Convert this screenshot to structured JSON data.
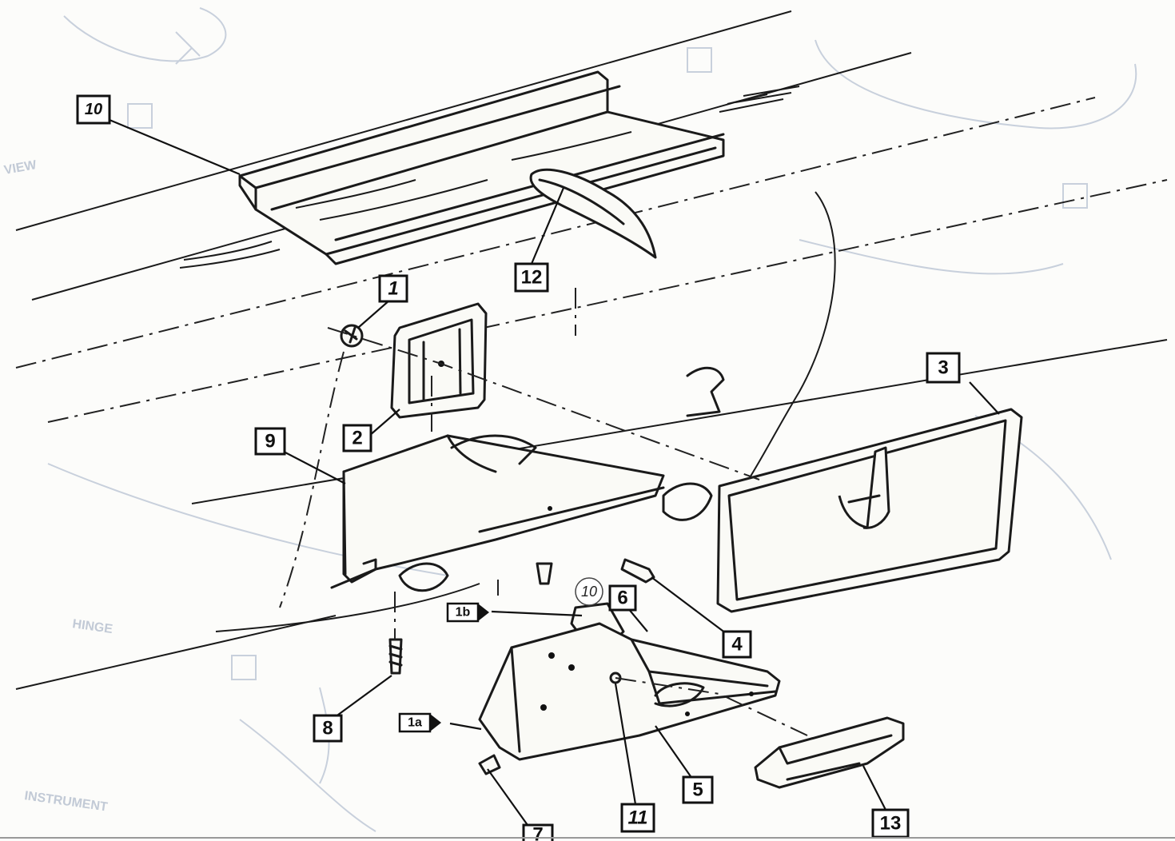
{
  "callouts": {
    "c1": "1",
    "c1a": "1a",
    "c1b": "1b",
    "c2": "2",
    "c3": "3",
    "c4": "4",
    "c5": "5",
    "c6": "6",
    "c7": "7",
    "c8": "8",
    "c9": "9",
    "c10": "10",
    "c10circle": "10",
    "c11": "11",
    "c12": "12",
    "c13": "13"
  },
  "ghost_text": {
    "view": "VIEW",
    "hinge": "HINGE",
    "instrument": "INSTRUMENT"
  },
  "colors": {
    "ink": "#1a1a1a",
    "ghost": "#c8d0dc",
    "paper": "#fcfcfa"
  }
}
